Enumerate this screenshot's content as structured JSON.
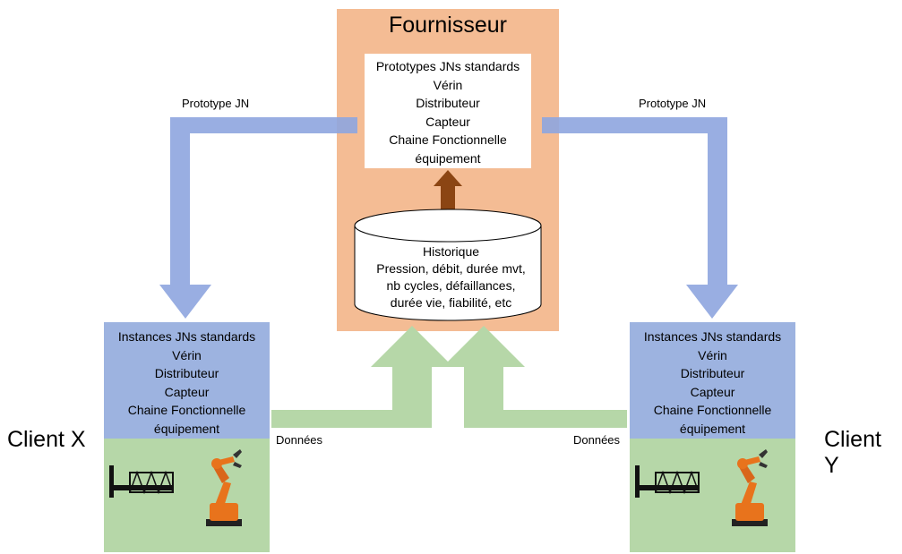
{
  "supplier": {
    "title": "Fournisseur",
    "prototypes": [
      "Prototypes  JNs standards",
      "Vérin",
      "Distributeur",
      "Capteur",
      "Chaine Fonctionnelle",
      "équipement"
    ],
    "history": [
      "Historique",
      "Pression, débit, durée mvt,",
      "nb cycles, défaillances,",
      "durée vie, fiabilité, etc"
    ]
  },
  "client_x": {
    "label": "Client X",
    "instances": [
      "Instances JNs standards",
      "Vérin",
      "Distributeur",
      "Capteur",
      "Chaine Fonctionnelle",
      "équipement"
    ]
  },
  "client_y": {
    "label": "Client Y",
    "instances": [
      "Instances JNs standards",
      "Vérin",
      "Distributeur",
      "Capteur",
      "Chaine Fonctionnelle",
      "équipement"
    ]
  },
  "flows": {
    "prototype_left": "Prototype  JN",
    "prototype_right": "Prototype  JN",
    "data_left": "Données",
    "data_right": "Données"
  },
  "colors": {
    "supplier_bg": "#f4bc94",
    "instance_bg": "#9db3e0",
    "client_bg": "#b6d7a8",
    "blue_arrow": "#8ea5df",
    "green_arrow": "#b6d7a8",
    "brown_arrow": "#8b4513",
    "robot": "#e8731c"
  }
}
